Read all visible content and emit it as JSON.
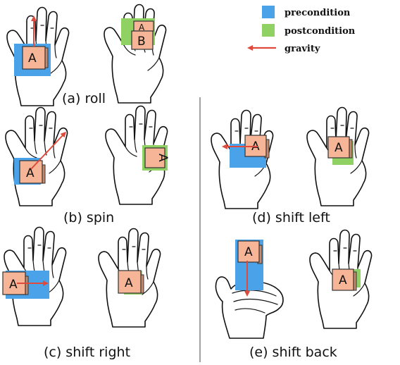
{
  "legend": {
    "precondition": {
      "label": "precondition",
      "color": "#4aa3e8"
    },
    "postcondition": {
      "label": "postcondition",
      "color": "#8fd162"
    },
    "gravity": {
      "label": "gravity",
      "color": "#e04a3c"
    }
  },
  "cube_label_a": "A",
  "cube_label_b": "B",
  "panels": {
    "roll": {
      "caption": "(a) roll"
    },
    "spin": {
      "caption": "(b) spin"
    },
    "shift_right": {
      "caption": "(c) shift right"
    },
    "shift_left": {
      "caption": "(d) shift left"
    },
    "shift_back": {
      "caption": "(e) shift back"
    }
  },
  "icons": {
    "arrow": "red-arrow-icon",
    "hand": "robot-hand-icon",
    "cube": "cube-icon"
  }
}
